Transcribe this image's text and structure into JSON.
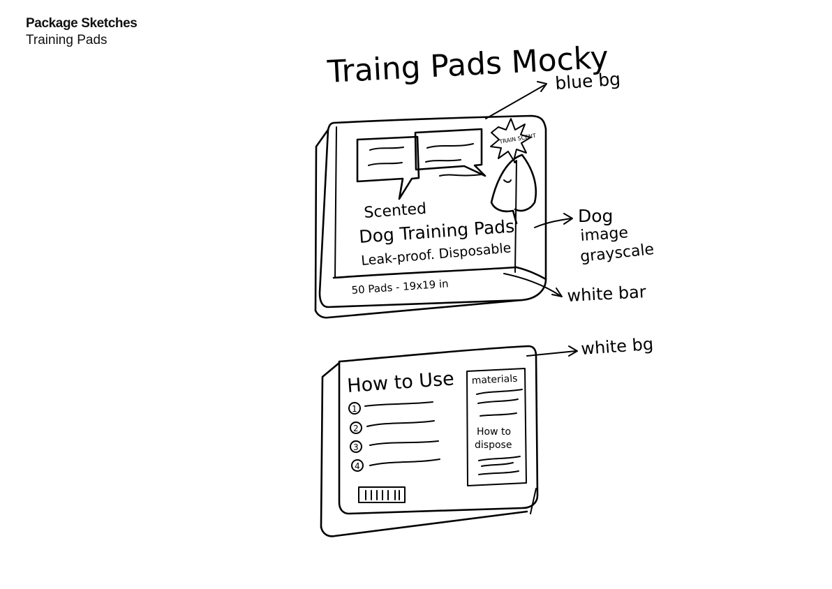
{
  "header": {
    "title": "Package Sketches",
    "subtitle": "Training Pads"
  },
  "sketch": {
    "heading": "Traing Pads Mocky",
    "annotations": {
      "blue_bg": "blue bg",
      "dog_image_1": "Dog",
      "dog_image_2": "image",
      "dog_image_3": "grayscale",
      "white_bar": "white bar",
      "white_bg": "white bg"
    },
    "front_panel": {
      "burst": "TRAIN SCENT",
      "line1": "Scented",
      "line2": "Dog Training Pads",
      "line3": "Leak-proof. Disposable",
      "bottom_bar": "50 Pads - 19x19 in"
    },
    "back_panel": {
      "title": "How to Use",
      "steps": [
        "1",
        "2",
        "3",
        "4"
      ],
      "side_heading": "materials",
      "dispose_1": "How to",
      "dispose_2": "dispose"
    }
  }
}
